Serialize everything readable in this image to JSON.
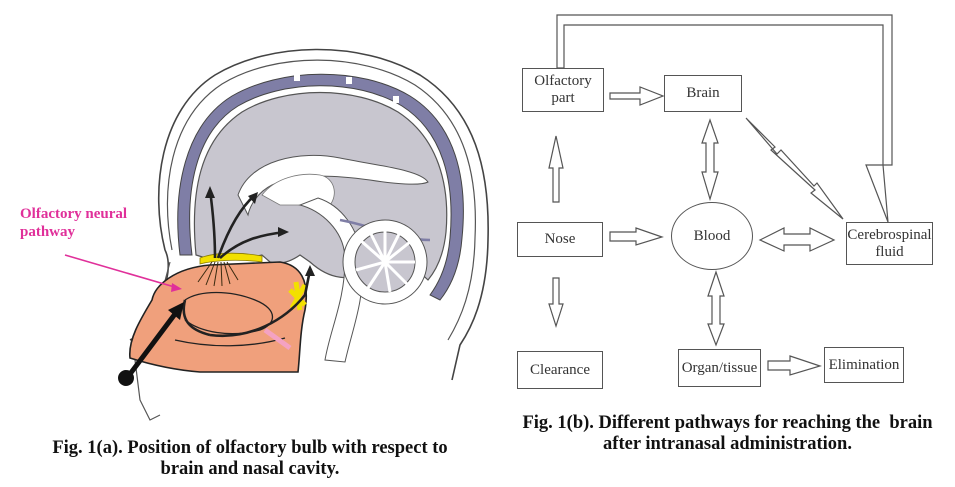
{
  "figure_a": {
    "annotation": {
      "line1": "Olfactory neural",
      "line2": "pathway"
    },
    "caption": {
      "line1": "Fig. 1(a). Position of olfactory bulb with respect to",
      "line2": "brain and nasal cavity."
    },
    "colors": {
      "nasal_cavity": "#f0a07c",
      "brain": "#c8c6cf",
      "meninges": "#7f7ea6",
      "olfactory_bulb": "#f2e000",
      "annotation": "#e0309a",
      "outline": "#333333"
    }
  },
  "figure_b": {
    "nodes": {
      "olfactory_part": {
        "line1": "Olfactory",
        "line2": "part"
      },
      "brain": "Brain",
      "nose": "Nose",
      "blood": "Blood",
      "csf": {
        "line1": "Cerebrospinal",
        "line2": "fluid"
      },
      "clearance": "Clearance",
      "organ_tissue": "Organ/tissue",
      "elimination": "Elimination"
    },
    "edges": [
      {
        "from": "Nose",
        "to": "Olfactory part",
        "type": "one-way"
      },
      {
        "from": "Nose",
        "to": "Clearance",
        "type": "one-way"
      },
      {
        "from": "Nose",
        "to": "Blood",
        "type": "one-way"
      },
      {
        "from": "Olfactory part",
        "to": "Brain",
        "type": "one-way"
      },
      {
        "from": "Olfactory part",
        "to": "Cerebrospinal fluid",
        "type": "one-way"
      },
      {
        "from": "Brain",
        "to": "Blood",
        "type": "two-way"
      },
      {
        "from": "Brain",
        "to": "Cerebrospinal fluid",
        "type": "two-way"
      },
      {
        "from": "Blood",
        "to": "Cerebrospinal fluid",
        "type": "two-way"
      },
      {
        "from": "Blood",
        "to": "Organ/tissue",
        "type": "two-way"
      },
      {
        "from": "Organ/tissue",
        "to": "Elimination",
        "type": "one-way"
      }
    ],
    "caption": {
      "line1": "Fig. 1(b). Different pathways for reaching the  brain",
      "line2": "after intranasal administration."
    }
  }
}
